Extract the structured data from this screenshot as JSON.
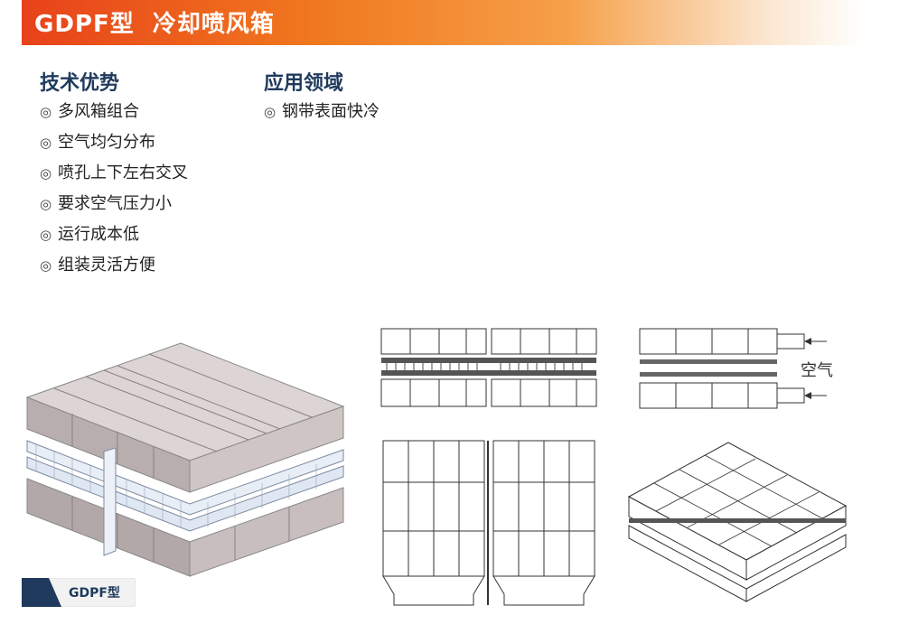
{
  "header": {
    "title": "GDPF型  冷却喷风箱",
    "bg_color": "#e8421a"
  },
  "advantages": {
    "heading": "技术优势",
    "items": [
      "多风箱组合",
      "空气均匀分布",
      "喷孔上下左右交叉",
      "要求空气压力小",
      "运行成本低",
      "组装灵活方便"
    ]
  },
  "applications": {
    "heading": "应用领域",
    "items": [
      "钢带表面快冷"
    ]
  },
  "bullet_symbol": "◎",
  "image_caption": "GDPF型",
  "air_label": "空气",
  "colors": {
    "heading": "#1f3a5c",
    "accent_dark": "#1f3a5c",
    "render_body": "#c9bfbf"
  }
}
